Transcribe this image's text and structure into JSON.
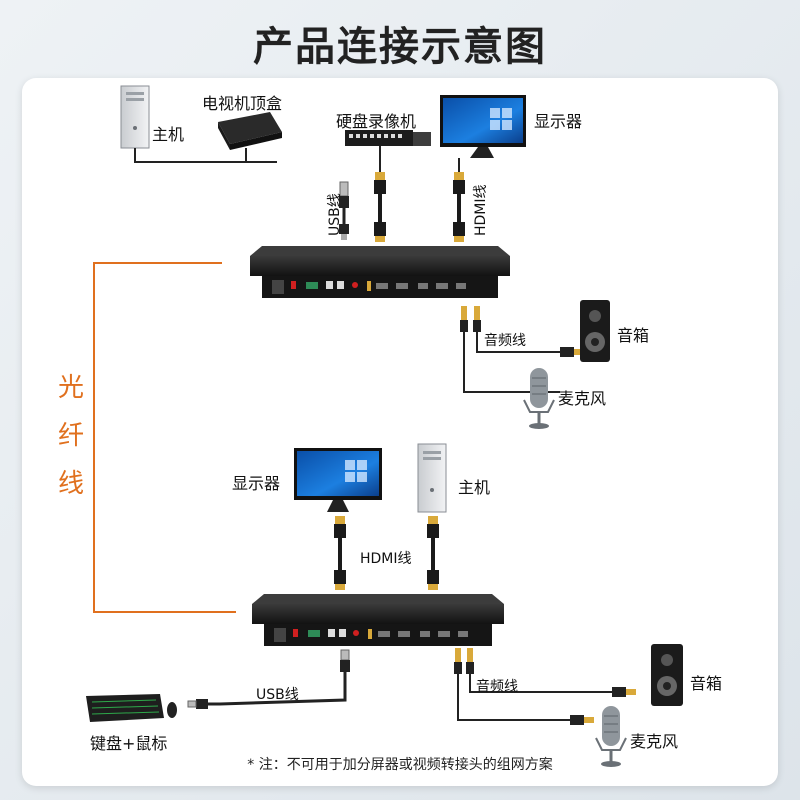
{
  "title": "产品连接示意图",
  "transmitter": {
    "devices": {
      "host": "主机",
      "settop": "电视机顶盒",
      "dvr": "硬盘录像机",
      "monitor": "显示器",
      "speaker": "音箱",
      "mic": "麦克风"
    },
    "cables": {
      "usb": "USB线",
      "hdmi": "HDMI线",
      "audio": "音频线"
    }
  },
  "fiber": "光纤线",
  "receiver": {
    "devices": {
      "monitor": "显示器",
      "host": "主机",
      "keyboard_mouse": "键盘+鼠标",
      "speaker": "音箱",
      "mic": "麦克风"
    },
    "cables": {
      "hdmi": "HDMI线",
      "usb": "USB线",
      "audio": "音频线"
    }
  },
  "note": "* 注：不可用于加分屏器或视频转接头的组网方案",
  "colors": {
    "fiber": "#e0701e",
    "device": "#1e1e1e",
    "connector_gold": "#d9a93a"
  }
}
